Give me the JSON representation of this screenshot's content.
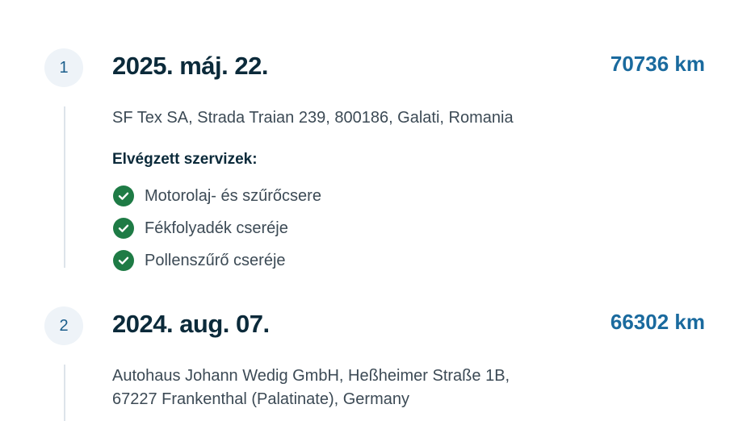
{
  "entries": [
    {
      "index": "1",
      "date": "2025. máj. 22.",
      "mileage": "70736 km",
      "address": "SF Tex SA, Strada Traian 239, 800186, Galati, Romania",
      "services_title": "Elvégzett szervizek:",
      "services": [
        "Motorolaj- és szűrőcsere",
        "Fékfolyadék cseréje",
        "Pollenszűrő cseréje"
      ]
    },
    {
      "index": "2",
      "date": "2024. aug. 07.",
      "mileage": "66302 km",
      "address_line1": "Autohaus Johann Wedig GmbH, Heßheimer Straße 1B,",
      "address_line2": "67227 Frankenthal (Palatinate), Germany"
    }
  ],
  "colors": {
    "accent": "#1a6a9e",
    "check": "#1e7b45",
    "badge_bg": "#eef3f8"
  },
  "icons": {
    "check": "check-circle-icon"
  }
}
